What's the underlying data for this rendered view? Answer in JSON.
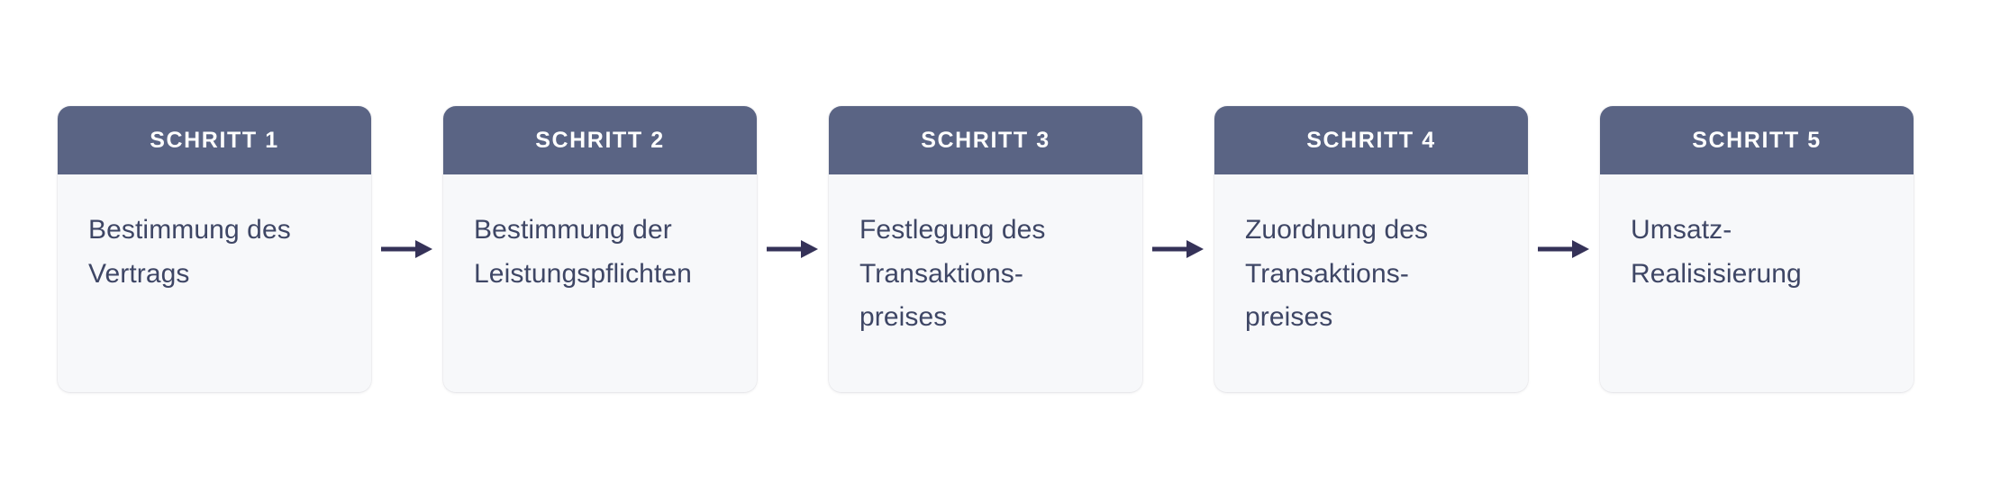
{
  "diagram": {
    "type": "process-flow",
    "orientation": "horizontal",
    "title": "",
    "language": "de",
    "step_count": 5,
    "colors": {
      "header_background": "#5a6484",
      "header_text": "#ffffff",
      "body_background": "#f7f8fa",
      "body_text": "#3e4665",
      "arrow": "#353258",
      "page_background": "#ffffff"
    },
    "steps": [
      {
        "header": "SCHRITT 1",
        "body": "Bestimmung des\nVertrags",
        "lines": 2
      },
      {
        "header": "SCHRITT 2",
        "body": "Bestimmung der\nLeistungspflichten",
        "lines": 2
      },
      {
        "header": "SCHRITT 3",
        "body": "Festlegung des\nTransaktions-\npreises",
        "lines": 3
      },
      {
        "header": "SCHRITT 4",
        "body": "Zuordnung des\nTransaktions-\npreises",
        "lines": 3
      },
      {
        "header": "SCHRITT 5",
        "body": "Umsatz-\nRealisisierung",
        "lines": 2
      }
    ],
    "connectors": [
      {
        "icon": "arrow-right-icon",
        "from": "SCHRITT 1",
        "to": "SCHRITT 2"
      },
      {
        "icon": "arrow-right-icon",
        "from": "SCHRITT 2",
        "to": "SCHRITT 3"
      },
      {
        "icon": "arrow-right-icon",
        "from": "SCHRITT 3",
        "to": "SCHRITT 4"
      },
      {
        "icon": "arrow-right-icon",
        "from": "SCHRITT 4",
        "to": "SCHRITT 5"
      }
    ]
  }
}
